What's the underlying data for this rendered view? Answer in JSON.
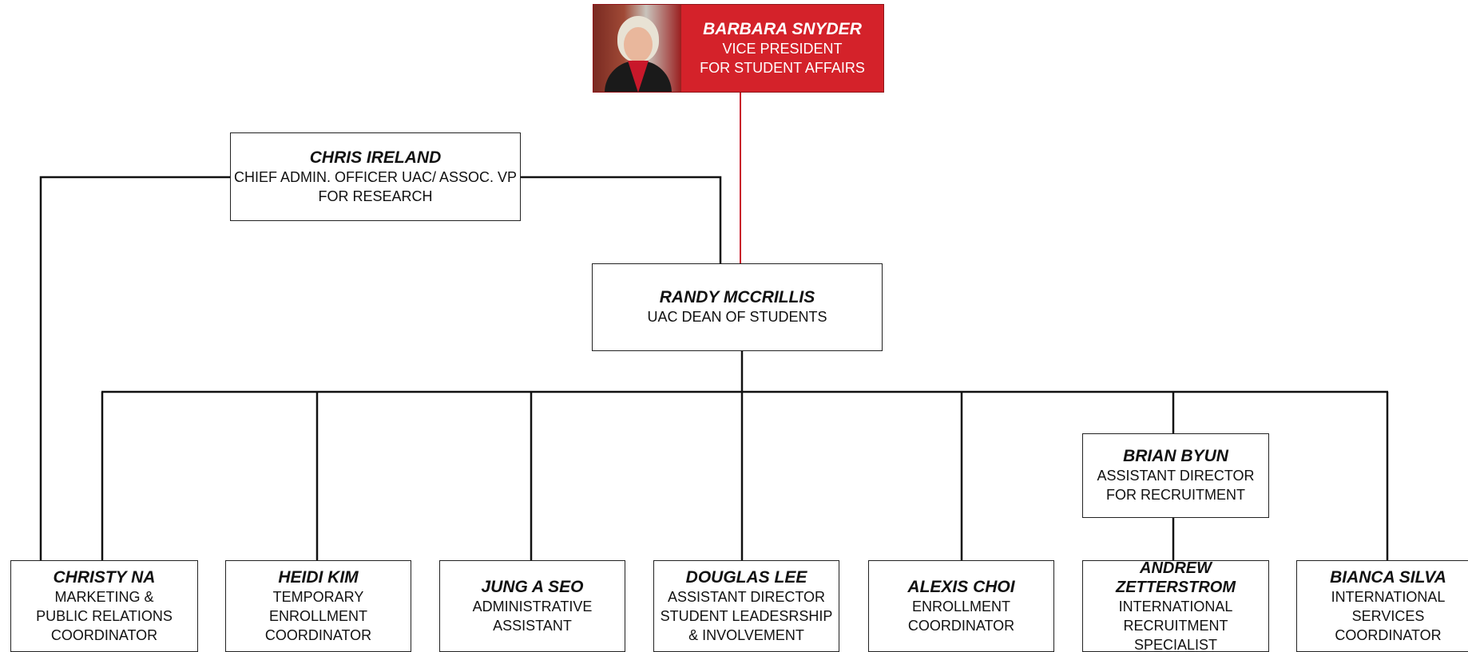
{
  "top": {
    "name": "BARBARA SNYDER",
    "title": "VICE PRESIDENT\nFOR STUDENT AFFAIRS"
  },
  "ireland": {
    "name": "CHRIS IRELAND",
    "title": "CHIEF ADMIN. OFFICER UAC/ ASSOC. VP\nFOR RESEARCH"
  },
  "mccrillis": {
    "name": "RANDY MCCRILLIS",
    "title": "UAC DEAN OF STUDENTS"
  },
  "byun": {
    "name": "BRIAN BYUN",
    "title": "ASSISTANT DIRECTOR\nFOR RECRUITMENT"
  },
  "staff": [
    {
      "name": "CHRISTY NA",
      "title": "MARKETING &\nPUBLIC RELATIONS\nCOORDINATOR"
    },
    {
      "name": "HEIDI KIM",
      "title": "TEMPORARY\nENROLLMENT\nCOORDINATOR"
    },
    {
      "name": "JUNG A SEO",
      "title": "ADMINISTRATIVE\nASSISTANT"
    },
    {
      "name": "DOUGLAS LEE",
      "title": "ASSISTANT DIRECTOR\nSTUDENT LEADESRSHIP\n& INVOLVEMENT"
    },
    {
      "name": "ALEXIS CHOI",
      "title": "ENROLLMENT\nCOORDINATOR"
    },
    {
      "name": "ANDREW ZETTERSTROM",
      "title": "INTERNATIONAL\nRECRUITMENT\nSPECIALIST"
    },
    {
      "name": "BIANCA SILVA",
      "title": "INTERNATIONAL\nSERVICES\nCOORDINATOR"
    }
  ],
  "colors": {
    "accent": "#d4222a",
    "line": "#111111",
    "red_line": "#c8182a"
  }
}
